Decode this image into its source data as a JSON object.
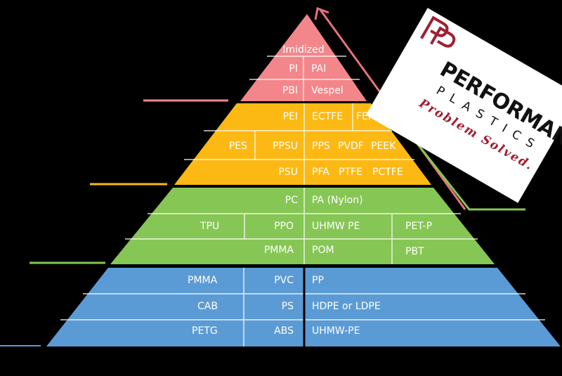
{
  "pyramid": {
    "tier1": {
      "color": "#f3868a",
      "title": "Imidized",
      "row1": {
        "left": "PI",
        "right": "PAI"
      },
      "row2": {
        "left": "PBI",
        "right": "Vespel"
      }
    },
    "tier2": {
      "color": "#fdb913",
      "row1": {
        "left": "PEI",
        "right_a": "ECTFE",
        "right_b": "FEP"
      },
      "row2": {
        "left_a": "PES",
        "left_b": "PPSU",
        "right_a": "PPS",
        "right_b": "PVDF",
        "right_c": "PEEK"
      },
      "row3": {
        "left": "PSU",
        "right_a": "PFA",
        "right_b": "PTFE",
        "right_c": "PCTFE"
      }
    },
    "tier3": {
      "color": "#86c654",
      "row1": {
        "left": "PC",
        "right": "PA (Nylon)"
      },
      "row2": {
        "left_a": "TPU",
        "left_b": "PPO",
        "right_a": "UHMW PE",
        "right_b": "PET-P"
      },
      "row3": {
        "left": "PMMA",
        "right_a": "POM",
        "right_b": "PBT"
      }
    },
    "tier4": {
      "color": "#5b9bd5",
      "row1": {
        "left_a": "PMMA",
        "left_b": "PVC",
        "right": "PP"
      },
      "row2": {
        "left_a": "CAB",
        "left_b": "PS",
        "right": "HDPE or LDPE"
      },
      "row3": {
        "left_a": "PETG",
        "left_b": "ABS",
        "right": "UHMW-PE"
      }
    }
  },
  "logo": {
    "brand": "PERFORMANCE",
    "sub": "PLASTICS",
    "tagline": "Problem Solved.",
    "accent": "#a01f32"
  }
}
